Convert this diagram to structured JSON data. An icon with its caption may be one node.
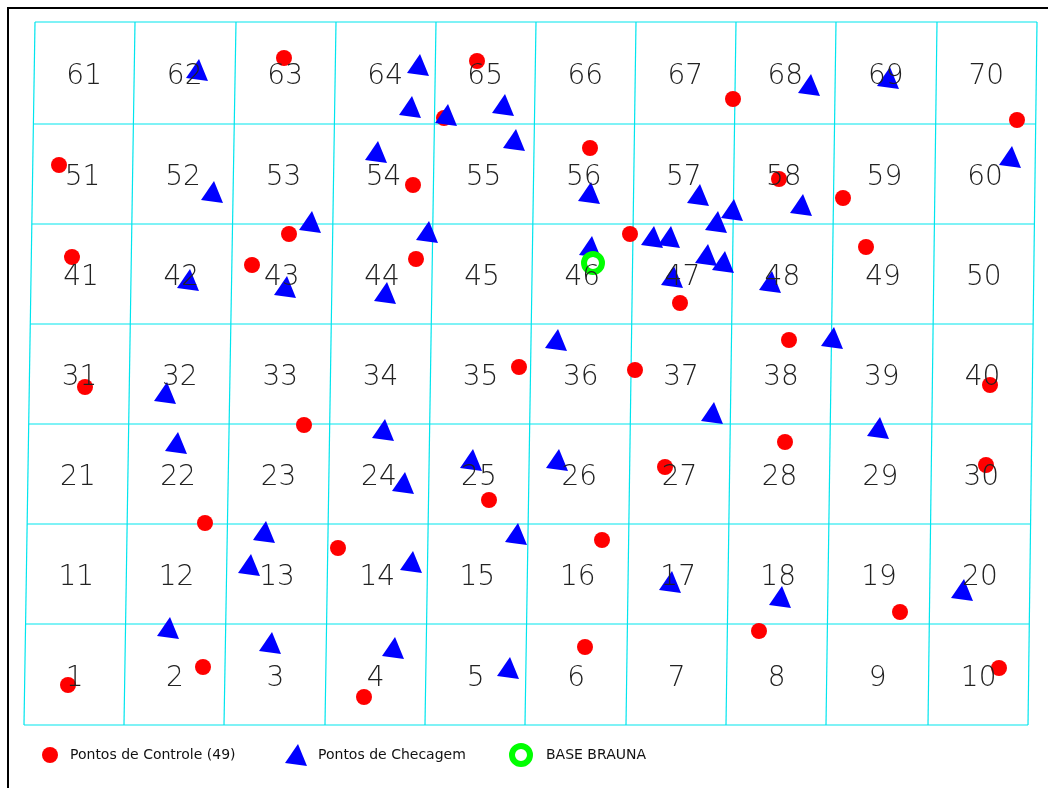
{
  "diagram": {
    "labels": [
      "61",
      "62",
      "63",
      "64",
      "65",
      "66",
      "67",
      "68",
      "69",
      "70",
      "51",
      "52",
      "53",
      "54",
      "55",
      "56",
      "57",
      "58",
      "59",
      "60",
      "41",
      "42",
      "43",
      "44",
      "45",
      "46",
      "47",
      "48",
      "49",
      "50",
      "31",
      "32",
      "33",
      "34",
      "35",
      "36",
      "37",
      "38",
      "39",
      "40",
      "21",
      "22",
      "23",
      "24",
      "25",
      "26",
      "27",
      "28",
      "29",
      "30",
      "11",
      "12",
      "13",
      "14",
      "15",
      "16",
      "17",
      "18",
      "19",
      "20",
      "1",
      "2",
      "3",
      "4",
      "5",
      "6",
      "7",
      "8",
      "9",
      "10"
    ],
    "legend": [
      {
        "text": "Pontos de Controle (49)",
        "color": "#ff0000"
      },
      {
        "text": "Pontos de Checagem",
        "color": "#0000ff"
      },
      {
        "text": "BASE BRAUNA",
        "color": "#00ff00"
      }
    ]
  }
}
